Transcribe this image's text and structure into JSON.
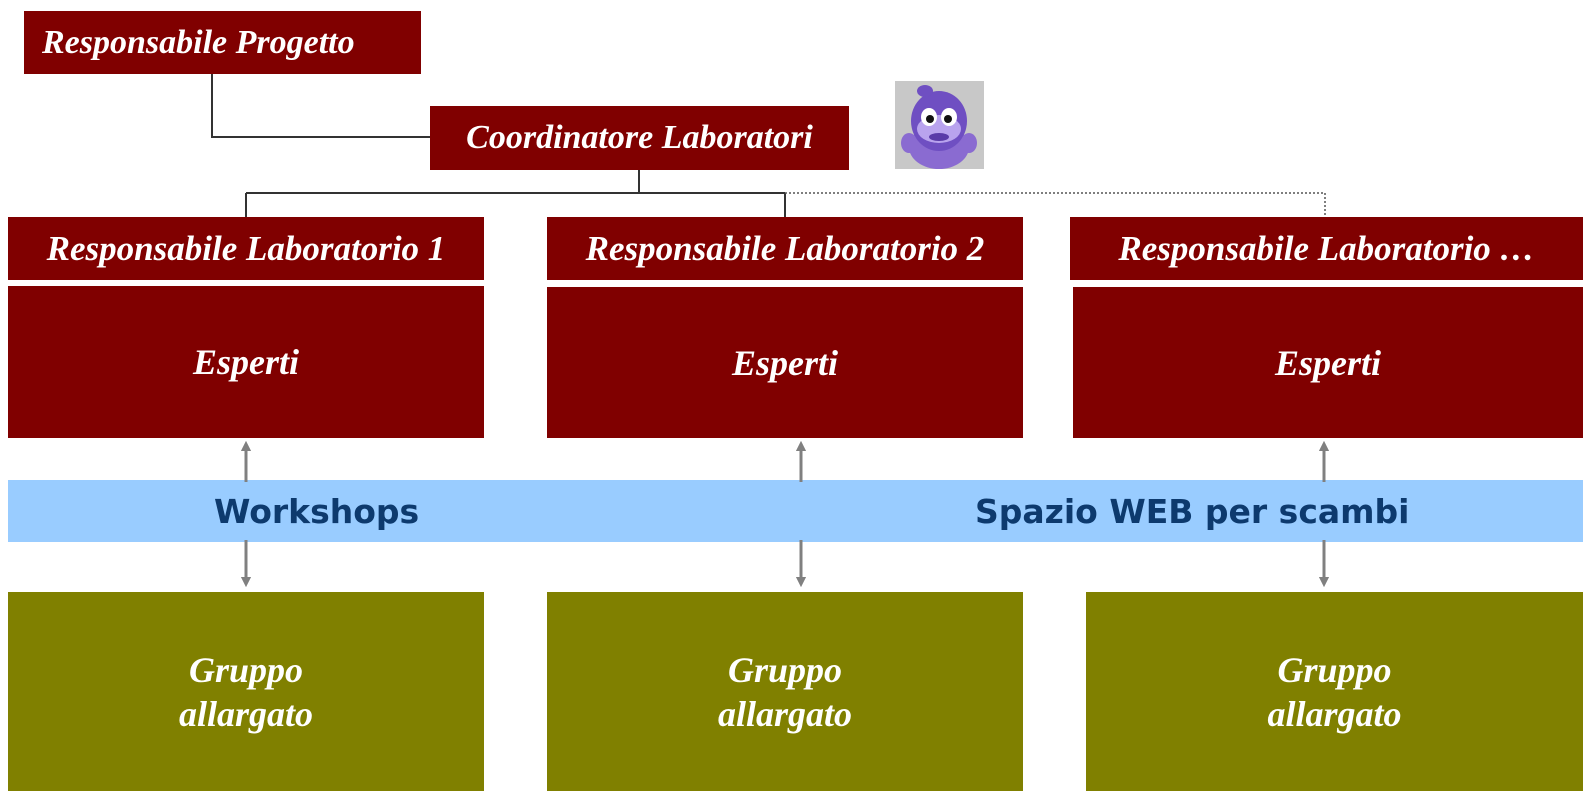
{
  "diagram": {
    "project_lead": "Responsabile Progetto",
    "coordinator": "Coordinatore Laboratori",
    "labs": [
      {
        "title": "Responsabile Laboratorio 1",
        "experts": "Esperti",
        "group_line1": "Gruppo",
        "group_line2": "allargato"
      },
      {
        "title": "Responsabile Laboratorio 2",
        "experts": "Esperti",
        "group_line1": "Gruppo",
        "group_line2": "allargato"
      },
      {
        "title": "Responsabile Laboratorio …",
        "experts": "Esperti",
        "group_line1": "Gruppo",
        "group_line2": "allargato"
      }
    ],
    "band": {
      "workshops": "Workshops",
      "web_space": "Spazio WEB per scambi"
    }
  },
  "colors": {
    "dark_red": "#800000",
    "olive": "#808000",
    "light_blue": "#99ccff",
    "band_text": "#0d3a6e",
    "arrow": "#808080"
  },
  "icons": {
    "mascot": "purple-gorilla-mascot-icon"
  }
}
